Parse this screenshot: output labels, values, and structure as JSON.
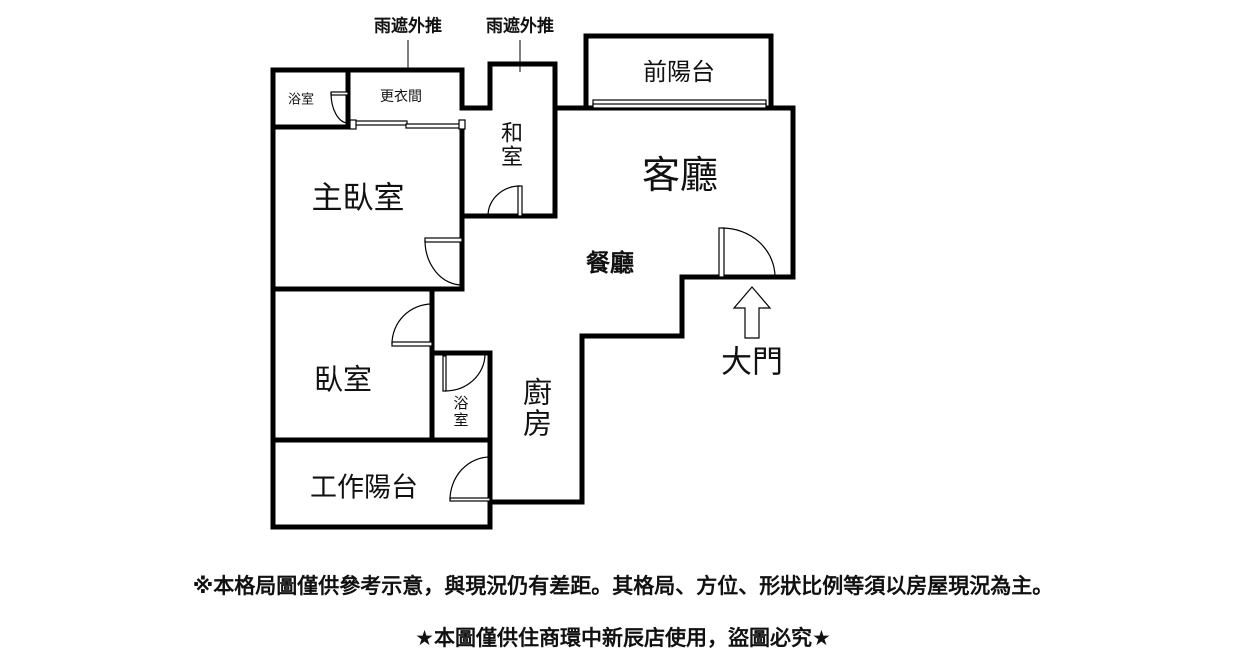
{
  "annotations": {
    "rain_shelter_left": "雨遮外推",
    "rain_shelter_right": "雨遮外推"
  },
  "rooms": {
    "bath_master": "浴室",
    "walk_in_closet": "更衣間",
    "japanese_room": "和室",
    "front_balcony": "前陽台",
    "living_room": "客廳",
    "master_bedroom": "主臥室",
    "dining_room": "餐廳",
    "bedroom": "臥室",
    "bath_small": "浴室",
    "kitchen": "廚房",
    "service_balcony": "工作陽台",
    "main_door": "大門"
  },
  "footer": {
    "disclaimer": "※本格局圖僅供參考示意，與現況仍有差距。其格局、方位、形狀比例等須以房屋現況為主。",
    "copyright": "★本圖僅供住商環中新辰店使用，盜圖必究★"
  }
}
